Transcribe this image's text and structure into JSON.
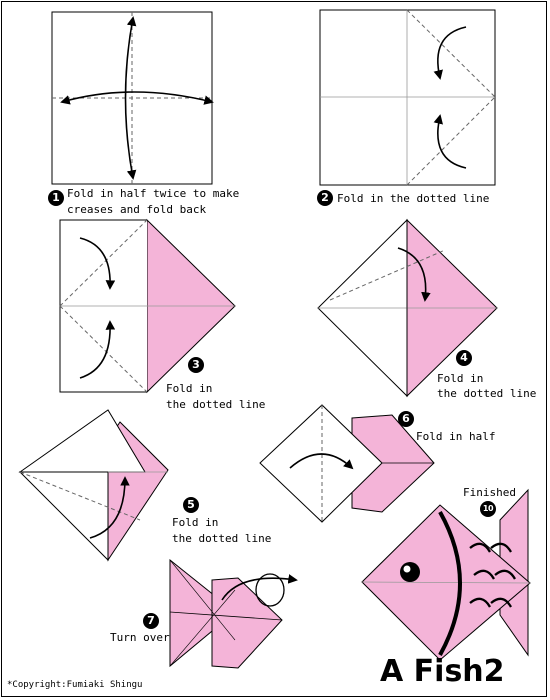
{
  "title": "A Fish2",
  "copyright": "*Copyright:Fumiaki Shingu",
  "colors": {
    "paper_pink": "#F4B4D8",
    "line": "#000000",
    "crease": "#666666"
  },
  "steps": [
    {
      "number": "1",
      "lines": [
        "Fold in half twice to make",
        "creases and fold back"
      ]
    },
    {
      "number": "2",
      "lines": [
        "Fold in the dotted line"
      ]
    },
    {
      "number": "3",
      "lines": [
        "Fold in",
        "the dotted line"
      ]
    },
    {
      "number": "4",
      "lines": [
        "Fold in",
        "the dotted line"
      ]
    },
    {
      "number": "5",
      "lines": [
        "Fold in",
        "the dotted line"
      ]
    },
    {
      "number": "6",
      "lines": [
        "Fold in half"
      ]
    },
    {
      "number": "7",
      "lines": [
        "Turn over"
      ]
    },
    {
      "number": "10",
      "lines": [
        "Finished"
      ]
    }
  ]
}
